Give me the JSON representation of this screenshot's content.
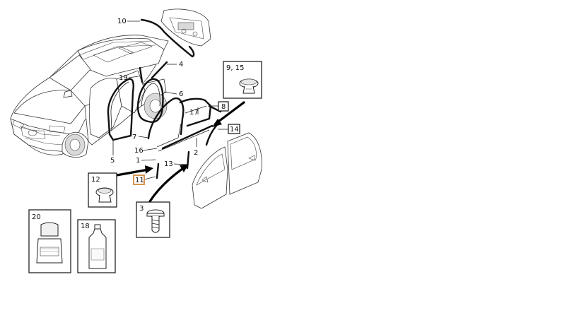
{
  "diagram": {
    "callouts": [
      {
        "id": "c10",
        "text": "10"
      },
      {
        "id": "c4",
        "text": "4"
      },
      {
        "id": "c19",
        "text": "19"
      },
      {
        "id": "c6",
        "text": "6"
      },
      {
        "id": "c17",
        "text": "17"
      },
      {
        "id": "c7",
        "text": "7"
      },
      {
        "id": "c16",
        "text": "16"
      },
      {
        "id": "c1",
        "text": "1"
      },
      {
        "id": "c2",
        "text": "2"
      },
      {
        "id": "c13",
        "text": "13"
      },
      {
        "id": "c5",
        "text": "5"
      }
    ],
    "boxed_labels": [
      {
        "id": "b8",
        "text": "8"
      },
      {
        "id": "b14",
        "text": "14"
      },
      {
        "id": "b11",
        "text": "11",
        "highlighted": true
      }
    ],
    "part_boxes": [
      {
        "id": "p915",
        "text": "9, 15",
        "icon": "clip-icon"
      },
      {
        "id": "p12",
        "text": "12",
        "icon": "clip-icon"
      },
      {
        "id": "p3",
        "text": "3",
        "icon": "screw-icon"
      },
      {
        "id": "p20",
        "text": "20",
        "icon": "bottle-icon"
      },
      {
        "id": "p18",
        "text": "18",
        "icon": "bottle-icon"
      }
    ],
    "colors": {
      "highlight": "#d08a3a",
      "line": "#222222",
      "shade": "#d9d9d9"
    }
  }
}
